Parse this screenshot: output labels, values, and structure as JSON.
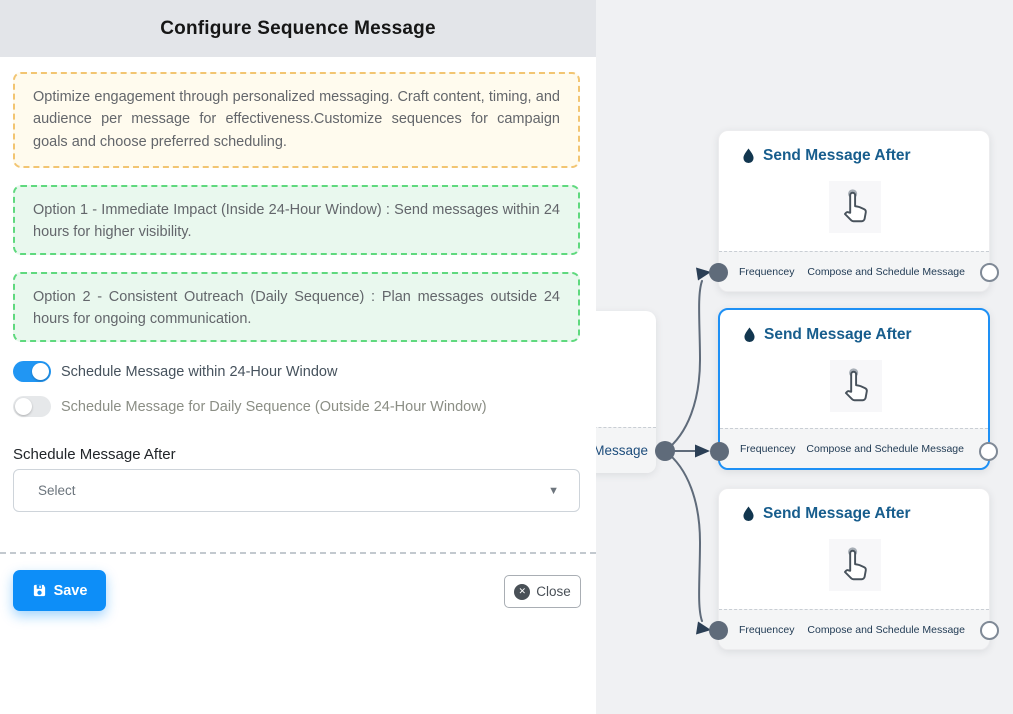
{
  "modal": {
    "title": "Configure Sequence Message",
    "intro_text": "Optimize engagement through personalized messaging. Craft content, timing, and audience per message for effectiveness.Customize sequences for campaign goals and choose preferred scheduling.",
    "option1_text": "Option 1 - Immediate Impact (Inside 24-Hour Window) : Send messages within 24 hours for higher visibility.",
    "option2_text": "Option 2 - Consistent Outreach (Daily Sequence) : Plan messages outside 24 hours for ongoing communication.",
    "toggles": [
      {
        "label": "Schedule Message within 24-Hour Window",
        "state": "on"
      },
      {
        "label": "Schedule Message for Daily Sequence (Outside 24-Hour Window)",
        "state": "off"
      }
    ],
    "schedule_after": {
      "label": "Schedule Message After",
      "value": "Select",
      "caret": "▼"
    },
    "buttons": {
      "save_label": "Save",
      "close_label": "Close",
      "close_x": "✕"
    }
  },
  "canvas": {
    "partial_node": {
      "label": "ce Message"
    },
    "nodes": [
      {
        "title": "Send Message After",
        "selected": false,
        "footer_left": "Frequencey",
        "footer_right": "Compose and Schedule Message"
      },
      {
        "title": "Send Message After",
        "selected": true,
        "footer_left": "Frequencey",
        "footer_right": "Compose and Schedule Message"
      },
      {
        "title": "Send Message After",
        "selected": false,
        "footer_left": "Frequencey",
        "footer_right": "Compose and Schedule Message"
      }
    ]
  },
  "colors": {
    "accent_blue": "#0d8ef8",
    "toggle_on": "#2196f3",
    "selected_node_border": "#1e90f5",
    "yellow_note_border": "#f2c572",
    "yellow_note_bg": "#fffbee",
    "green_note_border": "#5fd97e",
    "green_note_bg": "#e9f8ee",
    "node_title": "#175d8d",
    "edge": "#5f6b7a",
    "canvas_bg": "#f0f1f3",
    "header_bg": "#e3e5e9"
  }
}
